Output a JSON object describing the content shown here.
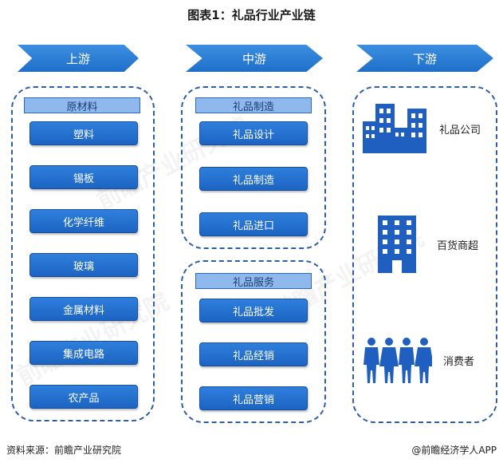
{
  "title": "图表1：礼品行业产业链",
  "stages": [
    "上游",
    "中游",
    "下游"
  ],
  "upstream": {
    "header": "原材料",
    "items": [
      "塑料",
      "锡板",
      "化学纤维",
      "玻璃",
      "金属材料",
      "集成电路",
      "农产品"
    ]
  },
  "midstream": {
    "manufacturing": {
      "header": "礼品制造",
      "items": [
        "礼品设计",
        "礼品制造",
        "礼品进口"
      ]
    },
    "services": {
      "header": "礼品服务",
      "items": [
        "礼品批发",
        "礼品经销",
        "礼品营销"
      ]
    }
  },
  "downstream": {
    "items": [
      {
        "label": "礼品公司",
        "icon": "office-buildings-icon"
      },
      {
        "label": "百货商超",
        "icon": "department-store-building-icon"
      },
      {
        "label": "消费者",
        "icon": "consumers-people-icon"
      }
    ]
  },
  "footer": {
    "source": "资料来源：前瞻产业研究院",
    "brand": "@前瞻经济学人APP"
  },
  "watermark": "前瞻产业研究院",
  "colors": {
    "accent": "#1f6fc9",
    "header_fill": "#8fb8ec",
    "panel_border": "#2e5fa3"
  }
}
